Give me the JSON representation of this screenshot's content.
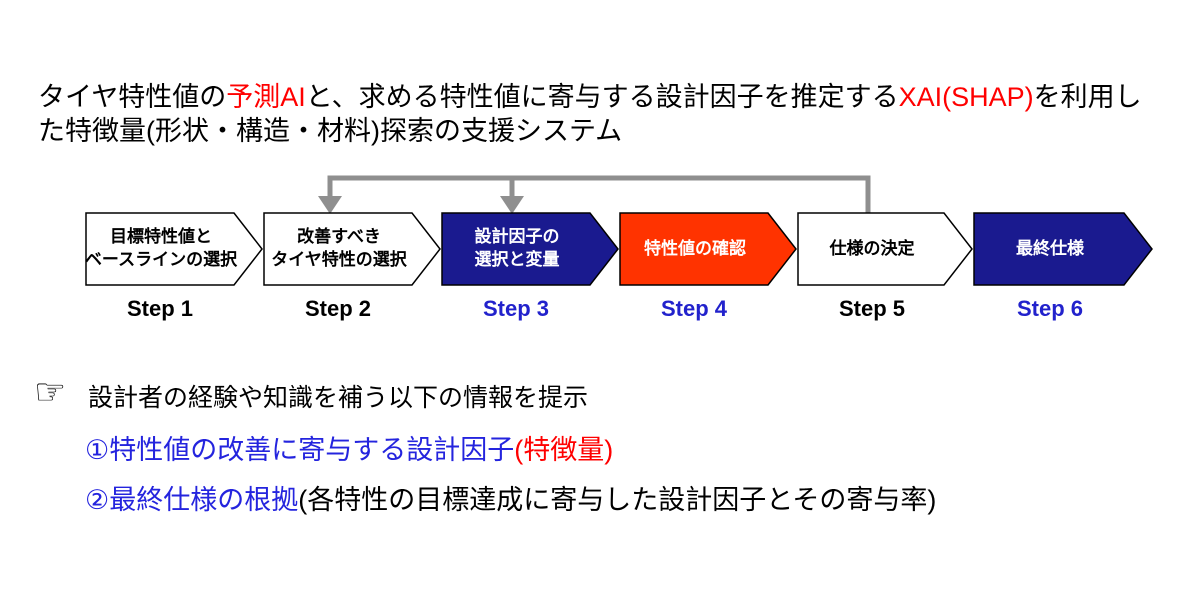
{
  "slide": {
    "title": {
      "line1_parts": [
        {
          "text": "タイヤ特性値の",
          "color": "#000000"
        },
        {
          "text": "予測AI",
          "color": "#FF0000"
        },
        {
          "text": "と、求める特性値に寄与する設計因子を推定する",
          "color": "#000000"
        },
        {
          "text": "XAI(SHAP)",
          "color": "#FF0000"
        },
        {
          "text": "を利用し",
          "color": "#000000"
        }
      ],
      "line2": "た特徴量(形状・構造・材料)探索の支援システム"
    },
    "flow": {
      "steps": [
        {
          "label": "Step 1",
          "lines": [
            "目標特性値と",
            "ベースラインの選択"
          ],
          "fill": "#FFFFFF",
          "text_color": "#000000",
          "label_color": "#000000"
        },
        {
          "label": "Step 2",
          "lines": [
            "改善すべき",
            "タイヤ特性の選択"
          ],
          "fill": "#FFFFFF",
          "text_color": "#000000",
          "label_color": "#000000"
        },
        {
          "label": "Step 3",
          "lines": [
            "設計因子の",
            "選択と変量"
          ],
          "fill": "#1A1A8F",
          "text_color": "#FFFFFF",
          "label_color": "#2222CC"
        },
        {
          "label": "Step 4",
          "lines": [
            "特性値の確認"
          ],
          "fill": "#FF3300",
          "text_color": "#FFFFFF",
          "label_color": "#2222CC"
        },
        {
          "label": "Step 5",
          "lines": [
            "仕様の決定"
          ],
          "fill": "#FFFFFF",
          "text_color": "#000000",
          "label_color": "#000000"
        },
        {
          "label": "Step 6",
          "lines": [
            "最終仕様"
          ],
          "fill": "#1A1A8F",
          "text_color": "#FFFFFF",
          "label_color": "#2222CC"
        }
      ],
      "feedback": {
        "color": "#8F8F8F",
        "from": "Step 5",
        "to": [
          "Step 2",
          "Step 3"
        ]
      }
    },
    "notes": {
      "pointer_icon": "☞",
      "intro": "設計者の経験や知識を補う以下の情報を提示",
      "item1_parts": [
        {
          "text": "①特性値の改善に寄与する設計因子",
          "color": "#2424DE"
        },
        {
          "text": "(特徴量)",
          "color": "#FF0000"
        }
      ],
      "item2_parts": [
        {
          "text": "②最終仕様の根拠",
          "color": "#2424DE"
        },
        {
          "text": "(各特性の目標達成に寄与した設計因子とその寄与率)",
          "color": "#000000"
        }
      ]
    }
  }
}
